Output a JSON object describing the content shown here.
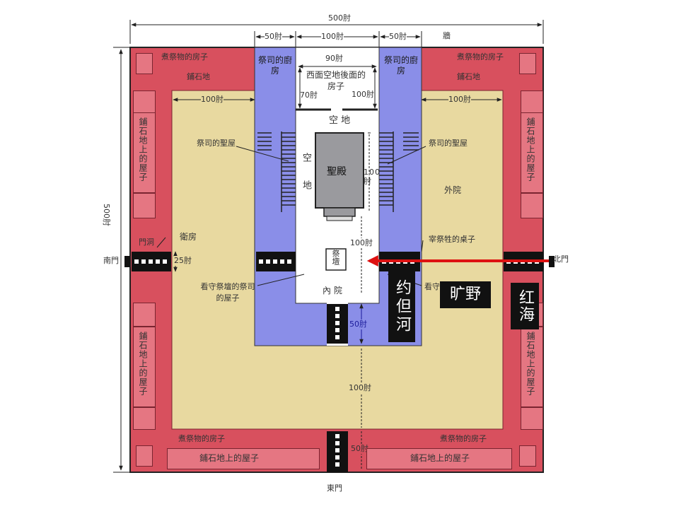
{
  "dims": {
    "top_total": "500肘",
    "top_left_50": "50肘",
    "top_mid_100": "100肘",
    "top_right_50": "50肘",
    "inner_90": "90肘",
    "side_70": "70肘",
    "side_100_top": "100肘",
    "left_100": "100肘",
    "right_100": "100肘",
    "temple_100": "100肘",
    "court_100": "100肘",
    "gate_25": "25肘",
    "inner_50": "50肘",
    "outer_100": "100肘",
    "east_50": "50肘",
    "left_500": "500肘"
  },
  "labels": {
    "wall": "牆",
    "kitchen_left": "祭司的廚房",
    "kitchen_right": "祭司的廚房",
    "west_house": "西面空地後面的房子",
    "boil_tl": "煮祭物的房子",
    "boil_tr": "煮祭物的房子",
    "boil_bl": "煮祭物的房子",
    "boil_br": "煮祭物的房子",
    "pave_top_left": "鋪石地",
    "pave_top_right": "鋪石地",
    "pave_house_left": "鋪石地上的屋子",
    "pave_house_right": "鋪石地上的屋子",
    "pave_house_left2": "鋪石地上的屋子",
    "pave_house_right2": "鋪石地上的屋子",
    "pave_bottom_left": "鋪石地上的屋子",
    "pave_bottom_right": "鋪石地上的屋子",
    "open_space_top": "空 地",
    "open_space_side": "空地",
    "sanctuary": "聖殿",
    "priest_chamber_left": "祭司的聖屋",
    "priest_chamber_right": "祭司的聖屋",
    "outer_court": "外院",
    "inner_court": "內 院",
    "altar": "祭壇",
    "slaughter_tables": "宰祭牲的桌子",
    "guard_left": "看守祭壇的祭司的屋子",
    "guard_right": "看守",
    "guard_house": "衛房",
    "gate_passage": "門洞",
    "south_gate": "南門",
    "north_gate": "北門",
    "east_gate": "東門"
  },
  "overlays": {
    "jordan": "约但河",
    "wilderness": "旷野",
    "red_sea": "红海"
  },
  "colors": {
    "outer_red": "#d8505e",
    "pave_pink": "#e57682",
    "outer_court": "#e8d9a0",
    "inner_blue": "#8a8ee8",
    "sanctuary_grey": "#9a9a9e",
    "arrow_red": "#dd1111"
  }
}
